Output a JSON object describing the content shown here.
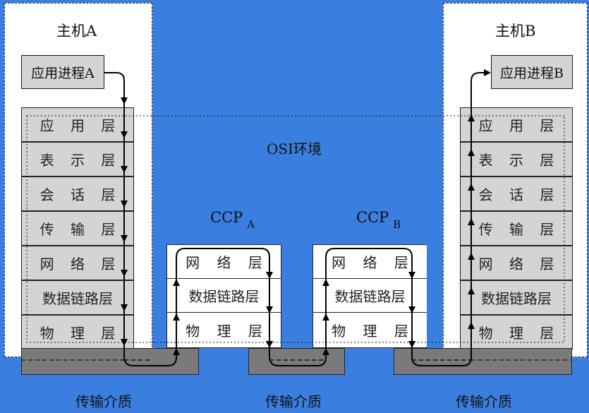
{
  "host_a": {
    "title": "主机A",
    "process": "应用进程A"
  },
  "host_b": {
    "title": "主机B",
    "process": "应用进程B"
  },
  "osi_label": "OSI环境",
  "layers": [
    "应用层",
    "表示层",
    "会话层",
    "传输层",
    "网络层",
    "数据链路层",
    "物理层"
  ],
  "ccp_a": {
    "name": "CCP",
    "sub": "A"
  },
  "ccp_b": {
    "name": "CCP",
    "sub": "B"
  },
  "ccp_layers": [
    "网络层",
    "数据链路层",
    "物理层"
  ],
  "media": [
    "传输介质",
    "传输介质",
    "传输介质"
  ],
  "colors": {
    "background": "#3a7fe0",
    "layer": "#d4d4d4",
    "medium": "#7a7a7a",
    "host": "#ffffff"
  }
}
